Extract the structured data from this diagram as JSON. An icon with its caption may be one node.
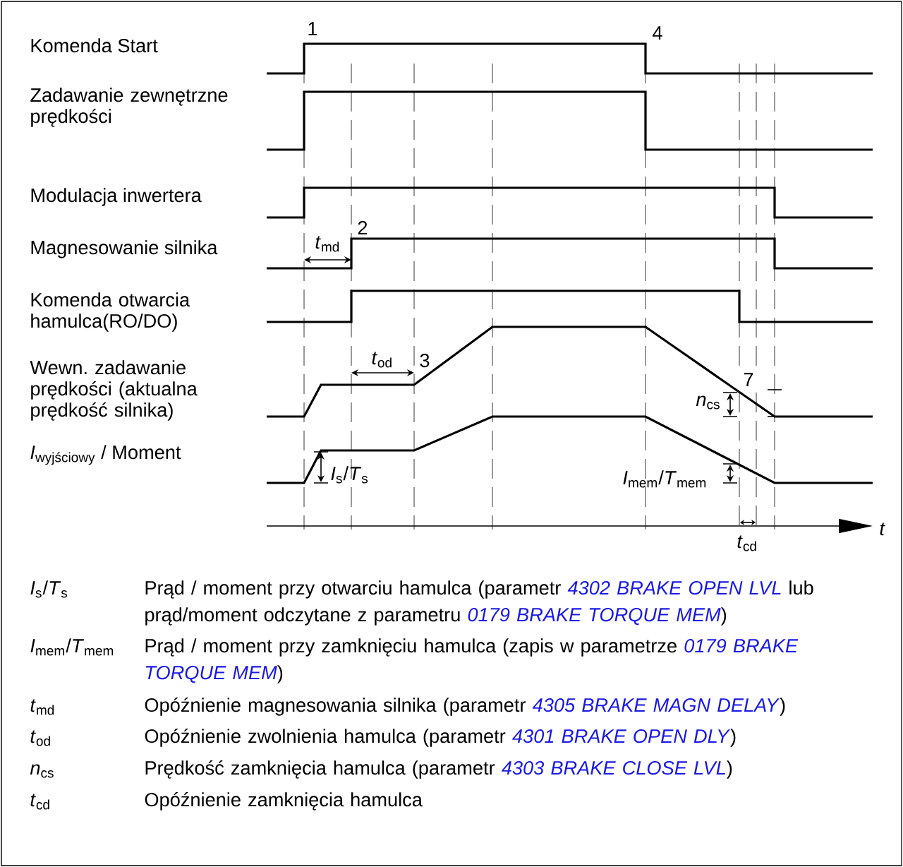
{
  "diagram": {
    "labels": [
      "1",
      "Komenda Start",
      "4",
      "Zadawanie zewnętrzne prędkości",
      "Modulacja inwertera",
      "Magnesowanie silnika",
      "2",
      "*t*$_{md}$",
      "Komenda otwarcia hamulca(RO/DO)",
      "Wewn. zadawanie prędkości (aktualna prędkość silnika)",
      "*t*$_{od}$",
      "3",
      "7",
      "*n*$_{cs}$",
      "\\textit{I}_{\\text{wyjściowy}}\\text{ / Moment}",
      "*I*$_{s}$/*T*$_{s}$",
      "*I*$_{mem}$/*T*$_{mem}$",
      "t",
      "*t*$_{cd}$",
      "*I*$_{s}$/*T*$_{s}$",
      "Prąd / moment przy otwarciu hamulca (parametr *4302 BRAKE OPEN LVL* lub prąd/moment odczytane z parametru *0179 BRAKE TORQUE MEM*)",
      "*I*$_{mem}$/*T*$_{mem}$",
      "Prąd / moment przy zamknięciu hamulca (zapis w parametrze *0179 BRAKE TORQUE MEM*)",
      "*t*$_{md}$",
      "Opóźnienie magnesowania silnika (parametr  *4305 BRAKE MAGN DELAY*)",
      "*t*$_{od}$",
      "Opóźnienie zwolnienia hamulca (parametr  *4301 BRAKE OPEN DLY*)",
      "*n*$_{cs}$",
      "Prędkość zamknięcia hamulca (parametr *4303 BRAKE CLOSE LVL*)",
      "*t*$_{cd}$",
      "Opóźnienie zamknięcia hamulca"
    ]
  }
}
